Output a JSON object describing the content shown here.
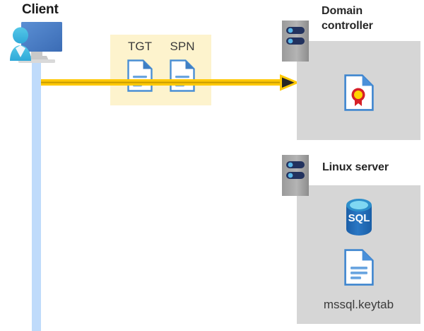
{
  "diagram": {
    "title": "Kerberos authentication flow between client, domain controller and Linux server",
    "background": "#ffffff"
  },
  "client": {
    "label": "Client",
    "icon": "client-computer-icon",
    "lifeline_color": "#bfdbfb"
  },
  "message": {
    "band_color": "#fdf3cd",
    "items": [
      {
        "label": "TGT",
        "icon": "document-icon"
      },
      {
        "label": "SPN",
        "icon": "document-icon"
      }
    ],
    "arrow": {
      "icon": "arrow-right-icon",
      "line_color": "#ffc000",
      "head_color": "#262626",
      "direction": "right"
    }
  },
  "domain_controller": {
    "label": "Domain controller",
    "label_line1": "Domain",
    "label_line2": "controller",
    "server_icon": "server-rack-icon",
    "box_color": "#d6d6d6",
    "contents": [
      {
        "icon": "certificate-document-icon",
        "caption": ""
      }
    ]
  },
  "linux_server": {
    "label": "Linux server",
    "server_icon": "server-rack-icon",
    "box_color": "#d6d6d6",
    "contents": [
      {
        "icon": "sql-database-icon",
        "caption": "SQL"
      },
      {
        "icon": "document-icon",
        "caption": "mssql.keytab"
      }
    ],
    "keytab_filename": "mssql.keytab",
    "sql_label": "SQL"
  }
}
